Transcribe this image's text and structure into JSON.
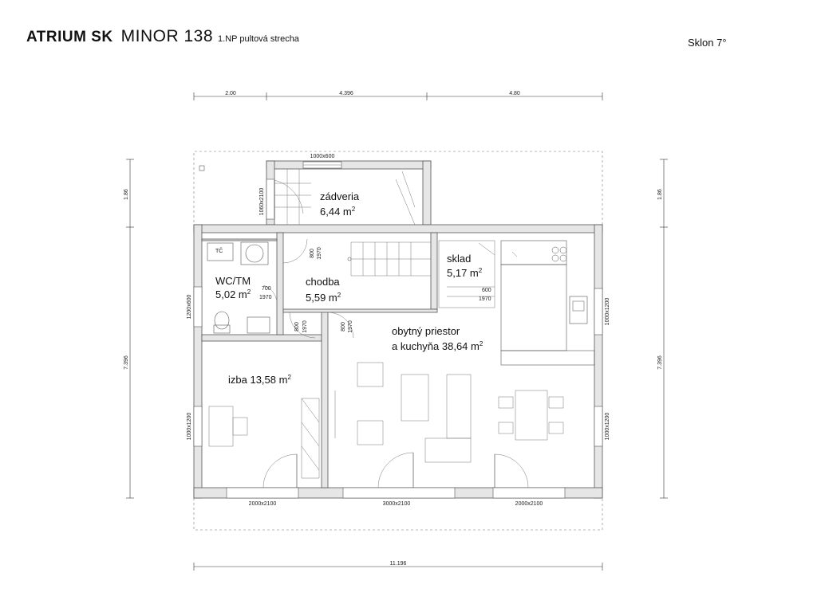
{
  "header": {
    "brand": "ATRIUM SK",
    "model": "MINOR 138",
    "subtitle": "1.NP pultová strecha",
    "slope": "Sklon 7°"
  },
  "dimensions": {
    "top": [
      "2.00",
      "4.396",
      "4.80"
    ],
    "bottom_total": "11.196",
    "left": [
      "1.86",
      "7.396"
    ],
    "right": [
      "1.86",
      "7.396"
    ]
  },
  "openings": {
    "top_window": "1000x600",
    "entry_door": "1060x2100",
    "left_window_top": "1200x600",
    "left_window_bottom": "1000x1200",
    "right_window_top": "1000x1200",
    "right_window_bottom": "1000x1200",
    "bottom_left": "2000x2100",
    "bottom_mid": "3000x2100",
    "bottom_right": "2000x2100"
  },
  "doors": {
    "d1_w": "800",
    "d1_h": "1970",
    "d2_w": "700",
    "d2_h": "1970",
    "d3_w": "800",
    "d3_h": "1970",
    "d4_w": "800",
    "d4_h": "1970",
    "d5_w": "600",
    "d5_h": "1970"
  },
  "rooms": {
    "zadveria": {
      "name": "zádveria",
      "area": "6,44 m",
      "sup": "2"
    },
    "wc": {
      "name": "WC/TM",
      "area": "5,02 m",
      "sup": "2"
    },
    "chodba": {
      "name": "chodba",
      "area": "5,59 m",
      "sup": "2"
    },
    "sklad": {
      "name": "sklad",
      "area": "5,17 m",
      "sup": "2"
    },
    "obytny": {
      "name1": "obytný priestor",
      "name2": "a kuchyňa 38,64 m",
      "sup": "2"
    },
    "izba": {
      "name": "izba 13,58 m",
      "sup": "2"
    }
  },
  "labels": {
    "tc": "TČ"
  }
}
